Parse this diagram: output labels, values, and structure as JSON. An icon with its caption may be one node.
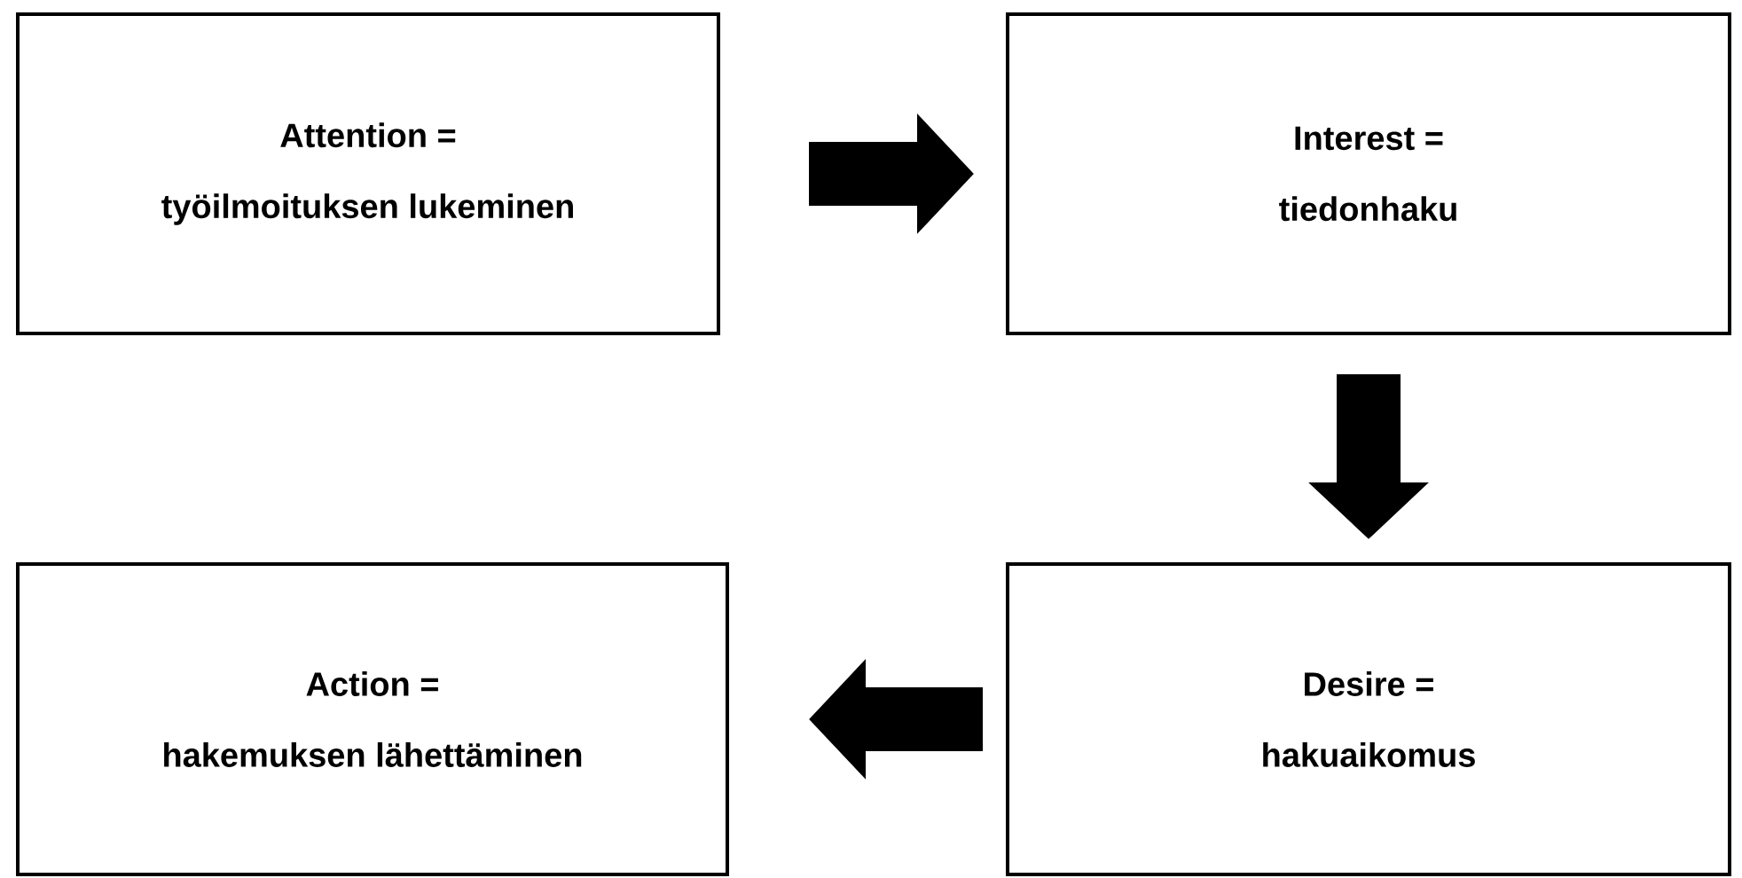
{
  "diagram": {
    "nodes": [
      {
        "text": [
          "Attention =",
          "työilmoituksen lukeminen"
        ]
      },
      {
        "text": [
          "Interest =",
          "tiedonhaku"
        ]
      },
      {
        "text": [
          "Desire =",
          "hakuaikomus"
        ]
      },
      {
        "text": [
          "Action =",
          "hakemuksen lähettäminen"
        ]
      }
    ],
    "edges": [
      {
        "from": 0,
        "to": 1,
        "arrow": "to"
      },
      {
        "from": 1,
        "to": 2,
        "arrow": "to"
      },
      {
        "from": 2,
        "to": 3,
        "arrow": "to"
      }
    ]
  }
}
